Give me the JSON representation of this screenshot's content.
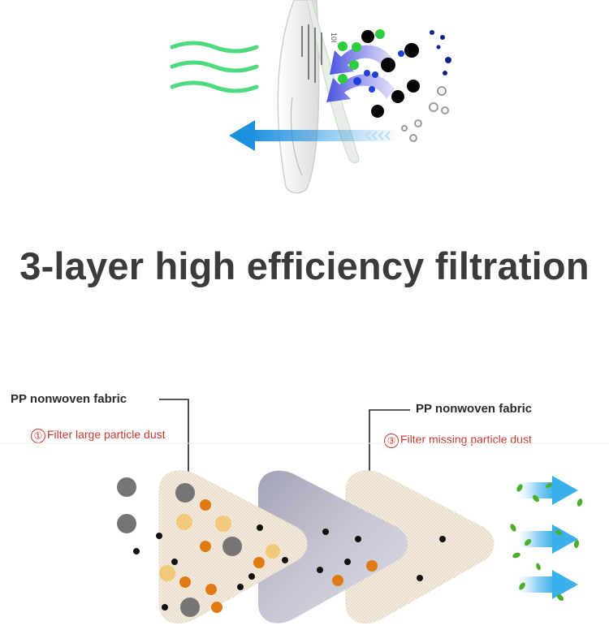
{
  "headline": "3-layer high efficiency filtration",
  "layer_one": {
    "title": "PP nonwoven fabric",
    "number": "①",
    "caption": "Filter large particle dust"
  },
  "layer_three": {
    "title": "PP nonwoven fabric",
    "number": "③",
    "caption": "Filter missing particle dust"
  },
  "mask_print": "10I",
  "colors": {
    "headline": "#3b3b3b",
    "caption_red": "#c23a2f",
    "clean_air_green": "#2fd46a",
    "airflow_blue": "#1e90e0",
    "particle_orange": "#e07a12",
    "particle_yellow": "#f2c978",
    "particle_gray": "#757575"
  }
}
